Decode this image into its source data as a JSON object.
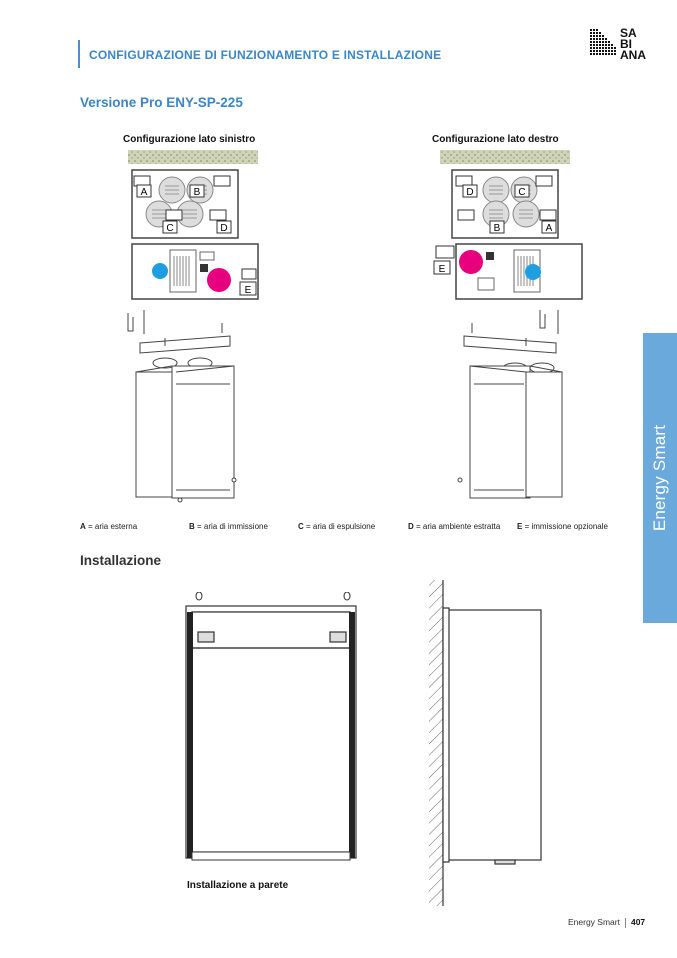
{
  "header": {
    "title": "CONFIGURAZIONE DI FUNZIONAMENTO E INSTALLAZIONE",
    "logo_text": "SABIANA"
  },
  "subtitle": "Versione Pro ENY-SP-225",
  "configs": {
    "left_label": "Configurazione lato sinistro",
    "right_label": "Configurazione lato destro",
    "port_letters": [
      "A",
      "B",
      "C",
      "D",
      "E"
    ]
  },
  "legend": [
    {
      "key": "A",
      "text": " = aria esterna"
    },
    {
      "key": "B",
      "text": " = aria di immissione"
    },
    {
      "key": "C",
      "text": " = aria di espulsione"
    },
    {
      "key": "D",
      "text": " = aria ambiente estratta"
    },
    {
      "key": "E",
      "text": " = immissione opzionale"
    }
  ],
  "section_title": "Installazione",
  "caption": "Installazione a parete",
  "side_tab": "Energy Smart",
  "footer": {
    "label": "Energy Smart",
    "page": "407"
  },
  "colors": {
    "accent": "#3a86c8",
    "tab": "#6aa9dc",
    "magenta": "#e6007e",
    "cyan": "#1e9ee0"
  }
}
